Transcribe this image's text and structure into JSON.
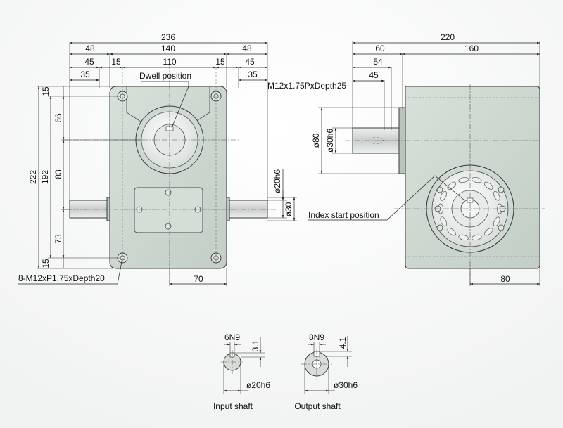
{
  "front_view": {
    "overall_width": "236",
    "pad_left": "48",
    "body_width": "140",
    "pad_right": "48",
    "shaft_left": "45",
    "chamfer_left": "15",
    "hole_spacing": "110",
    "chamfer_right": "15",
    "shaft_right": "45",
    "hole_offset_left": "35",
    "hole_offset_right": "35",
    "dwell_label": "Dwell position",
    "height_total": "222",
    "height_holes": "192",
    "v_top": "15",
    "v_66": "66",
    "v_83": "83",
    "v_73": "73",
    "v_bottom": "15",
    "shaft_dia_h6": "ø20h6",
    "shaft_dia": "ø30",
    "tap_label": "8-M12xP1.75xDepth20",
    "bottom_70": "70"
  },
  "side_view": {
    "overall": "220",
    "d60": "60",
    "d160": "160",
    "d54": "54",
    "d45": "45",
    "thread_label": "M12x1.75PxDepth25",
    "d80": "ø80",
    "d30h6": "ø30h6",
    "index_label": "Index start position",
    "bottom_80": "80"
  },
  "input_shaft": {
    "key": "6N9",
    "depth": "3.1",
    "dia": "ø20h6",
    "caption": "Input shaft"
  },
  "output_shaft": {
    "key": "8N9",
    "depth": "4.1",
    "dia": "ø30h6",
    "caption": "Output shaft"
  },
  "colors": {
    "body_fill": "#cdd8d0",
    "flange_fill": "#bfc9c2",
    "shaft_fill": "#d6d9d7",
    "line": "#222222"
  }
}
